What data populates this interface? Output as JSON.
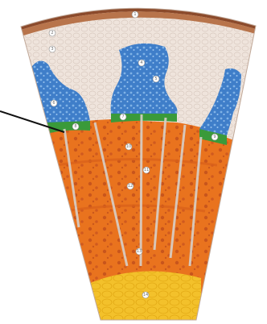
{
  "diagram": {
    "colors": {
      "epidermis": "#8b4a2b",
      "cortex": "#efe4dc",
      "phloem": "#3f7ec9",
      "cambium": "#3a9a3a",
      "xylem": "#e9731e",
      "pith": "#f3c12b",
      "ray": "#d8d0c8",
      "pointer": "#111111"
    },
    "labels": [
      "1",
      "2",
      "3",
      "4",
      "5",
      "6",
      "7",
      "8",
      "9",
      "10",
      "11",
      "12",
      "13",
      "14"
    ]
  }
}
